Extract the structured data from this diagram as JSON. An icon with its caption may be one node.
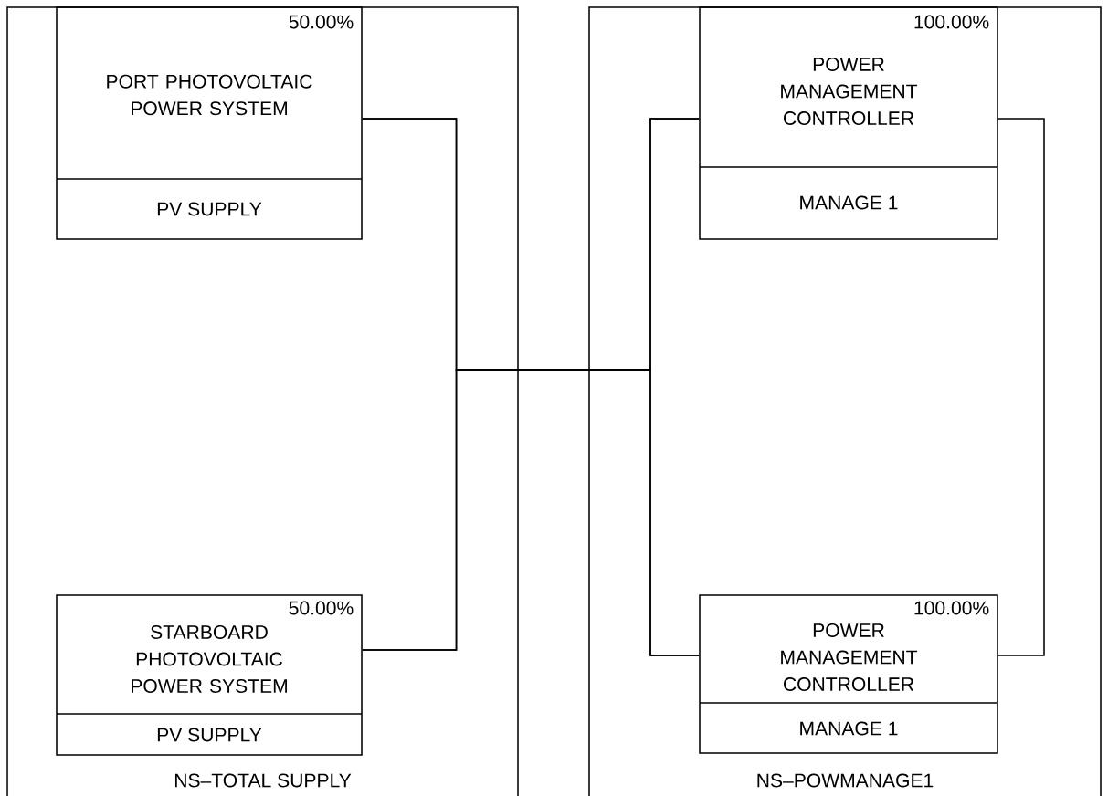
{
  "diagram": {
    "nodes": [
      {
        "text": [
          "NS–TOTAL SUPPLY"
        ]
      },
      {
        "text": [
          "50.00%",
          "PORT PHOTOVOLTAIC POWER SYSTEM",
          "PV SUPPLY"
        ],
        "in": 0
      },
      {
        "text": [
          "50.00%",
          "STARBOARD PHOTOVOLTAIC POWER SYSTEM",
          "PV SUPPLY"
        ],
        "in": 0
      },
      {
        "text": [
          "NS–POWMANAGE1"
        ]
      },
      {
        "text": [
          "100.00%",
          "POWER MANAGEMENT CONTROLLER",
          "MANAGE 1"
        ],
        "in": 3
      },
      {
        "text": [
          "100.00%",
          "POWER MANAGEMENT CONTROLLER",
          "MANAGE 1"
        ],
        "in": 3
      }
    ],
    "edges": [
      {
        "from": 1,
        "to": 4,
        "arrow": "none"
      },
      {
        "from": 1,
        "to": 5,
        "arrow": "none"
      },
      {
        "from": 2,
        "to": 4,
        "arrow": "none"
      },
      {
        "from": 2,
        "to": 5,
        "arrow": "none"
      },
      {
        "from": 4,
        "to": 5,
        "arrow": "none"
      }
    ]
  }
}
